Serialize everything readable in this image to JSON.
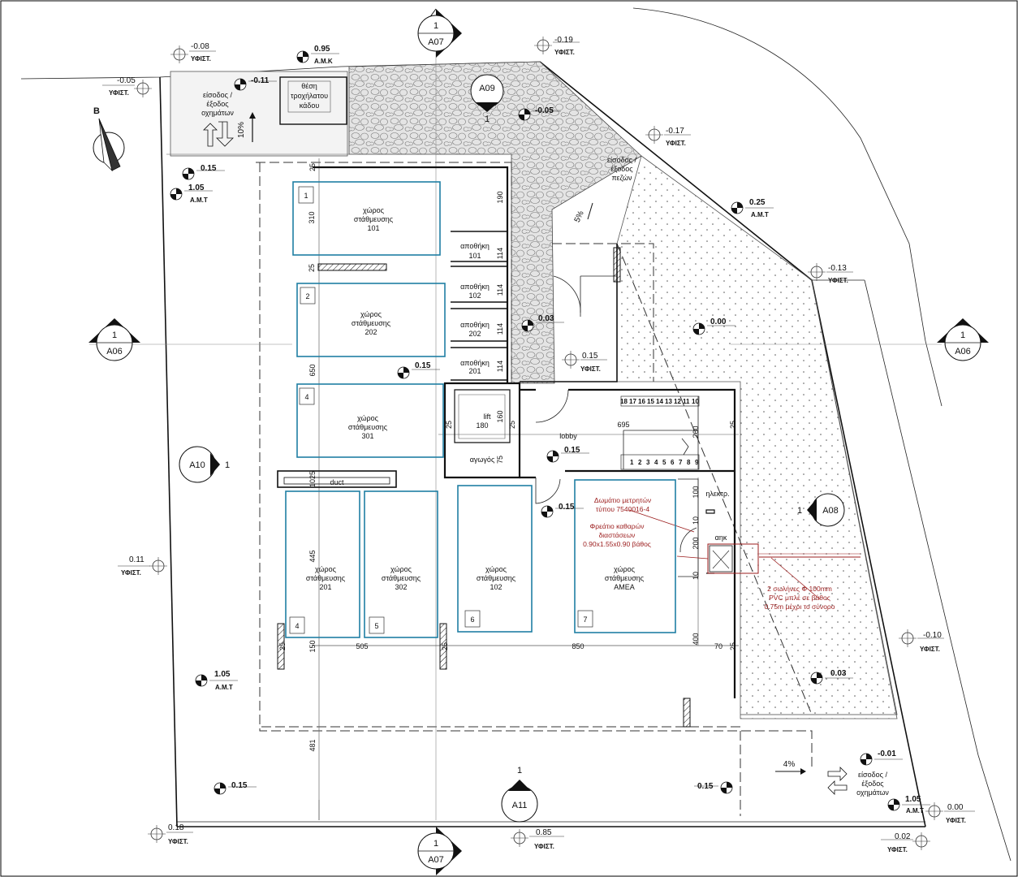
{
  "spaces": {
    "p101": {
      "num": "1",
      "l1": "χώρος",
      "l2": "στάθμευσης",
      "l3": "101"
    },
    "p202": {
      "num": "2",
      "l1": "χώρος",
      "l2": "στάθμευσης",
      "l3": "202"
    },
    "p301": {
      "num": "4",
      "l1": "χώρος",
      "l2": "στάθμευσης",
      "l3": "301"
    },
    "p201": {
      "num": "4",
      "l1": "χώρος",
      "l2": "στάθμευσης",
      "l3": "201"
    },
    "p302": {
      "num": "5",
      "l1": "χώρος",
      "l2": "στάθμευσης",
      "l3": "302"
    },
    "p102": {
      "num": "6",
      "l1": "χώρος",
      "l2": "στάθμευσης",
      "l3": "102"
    },
    "pamea": {
      "num": "7",
      "l1": "χώρος",
      "l2": "στάθμευσης",
      "l3": "ΑΜΕΑ"
    }
  },
  "storage": [
    {
      "l1": "αποθήκη",
      "l2": "101"
    },
    {
      "l1": "αποθήκη",
      "l2": "102"
    },
    {
      "l1": "αποθήκη",
      "l2": "202"
    },
    {
      "l1": "αποθήκη",
      "l2": "201"
    }
  ],
  "rooms": {
    "lift": "lift",
    "lift_w": "180",
    "lobby": "lobby",
    "duct": "duct",
    "agogos": "αγωγός",
    "ilektr": "ηλεκτρ.",
    "aik": "αηκ",
    "bin": [
      "θέση",
      "τροχήλατου",
      "κάδου"
    ],
    "car_entry": [
      "είσοδος /",
      "έξοδος",
      "οχημάτων"
    ],
    "ped_entry": [
      "είσοδος /",
      "έξοδος",
      "πεζών"
    ],
    "car_entry2": [
      "είσοδος /",
      "έξοδος",
      "οχημάτων"
    ]
  },
  "notes": {
    "meter": [
      "Δωμάτιο μετρητών",
      "τύπου 7540016-4"
    ],
    "manhole": [
      "Φρεάτιο καθαρών",
      "διαστάσεων",
      "0.90x1.55x0.90 βάθος"
    ],
    "pipes": [
      "2 σωλήνες Φ 100mm",
      "PVC μπλέ σε βάθος",
      "0.75m μέχρι το σύνορο"
    ]
  },
  "slopes": {
    "s1": "10%",
    "s2": "5%",
    "s3": "4%"
  },
  "north": "B",
  "stairs": {
    "upper": [
      "18",
      "17",
      "16",
      "15",
      "14",
      "13",
      "12",
      "11",
      "10"
    ],
    "lower": [
      "1",
      "2",
      "3",
      "4",
      "5",
      "6",
      "7",
      "8",
      "9"
    ]
  },
  "dims": {
    "d25a": "25",
    "d190": "190",
    "d310": "310",
    "d25b": "25",
    "d114a": "114",
    "d114b": "114",
    "d114c": "114",
    "d114d": "114",
    "d650": "650",
    "d160": "160",
    "d75": "75",
    "d25c": "25",
    "d25d": "25",
    "d695": "695",
    "d260": "260",
    "d25e": "25",
    "d1025": "1025",
    "d445": "445",
    "d100": "100",
    "d200": "200",
    "d10a": "10",
    "d10b": "10",
    "d150": "150",
    "d505": "505",
    "d850": "850",
    "d25f": "25",
    "d25g": "25",
    "d400": "400",
    "d70": "70",
    "d25h": "25",
    "d481": "481"
  },
  "levels": [
    {
      "v": "-0.08",
      "s": "ΥΦΙΣΤ."
    },
    {
      "v": "0.95",
      "s": "Α.Μ.Κ"
    },
    {
      "v": "-0.05",
      "s": "ΥΦΙΣΤ."
    },
    {
      "v": "-0.11",
      "s": ""
    },
    {
      "v": "-0.19",
      "s": "ΥΦΙΣΤ."
    },
    {
      "v": "-0.05",
      "s": ""
    },
    {
      "v": "-0.17",
      "s": "ΥΦΙΣΤ."
    },
    {
      "v": "0.15",
      "s": ""
    },
    {
      "v": "1.05",
      "s": "Α.Μ.Τ"
    },
    {
      "v": "0.25",
      "s": "Α.Μ.Τ"
    },
    {
      "v": "-0.13",
      "s": "ΥΦΙΣΤ."
    },
    {
      "v": "0.03",
      "s": ""
    },
    {
      "v": "0.00",
      "s": ""
    },
    {
      "v": "0.15",
      "s": "ΥΦΙΣΤ."
    },
    {
      "v": "0.15",
      "s": ""
    },
    {
      "v": "0.15",
      "s": ""
    },
    {
      "v": "0.15",
      "s": ""
    },
    {
      "v": "0.11",
      "s": "ΥΦΙΣΤ."
    },
    {
      "v": "-0.10",
      "s": "ΥΦΙΣΤ."
    },
    {
      "v": "1.05",
      "s": "Α.Μ.Τ"
    },
    {
      "v": "0.03",
      "s": ""
    },
    {
      "v": "-0.01",
      "s": ""
    },
    {
      "v": "0.15",
      "s": ""
    },
    {
      "v": "0.15",
      "s": ""
    },
    {
      "v": "1.05",
      "s": "Α.Μ.Τ"
    },
    {
      "v": "0.00",
      "s": "ΥΦΙΣΤ."
    },
    {
      "v": "0.18",
      "s": "ΥΦΙΣΤ."
    },
    {
      "v": "0.85",
      "s": "ΥΦΙΣΤ."
    },
    {
      "v": "0.02",
      "s": "ΥΦΙΣΤ."
    }
  ],
  "sections": {
    "top": {
      "n": "1",
      "ref": "A07"
    },
    "bottom": {
      "n": "1",
      "ref": "A07"
    },
    "left": {
      "n": "1",
      "ref": "A06"
    },
    "right": {
      "n": "1",
      "ref": "A06"
    },
    "a09": {
      "n": "1",
      "ref": "A09"
    },
    "a10": {
      "n": "1",
      "ref": "A10"
    },
    "a08": {
      "n": "1",
      "ref": "A08"
    },
    "a11": {
      "n": "1",
      "ref": "A11"
    }
  }
}
